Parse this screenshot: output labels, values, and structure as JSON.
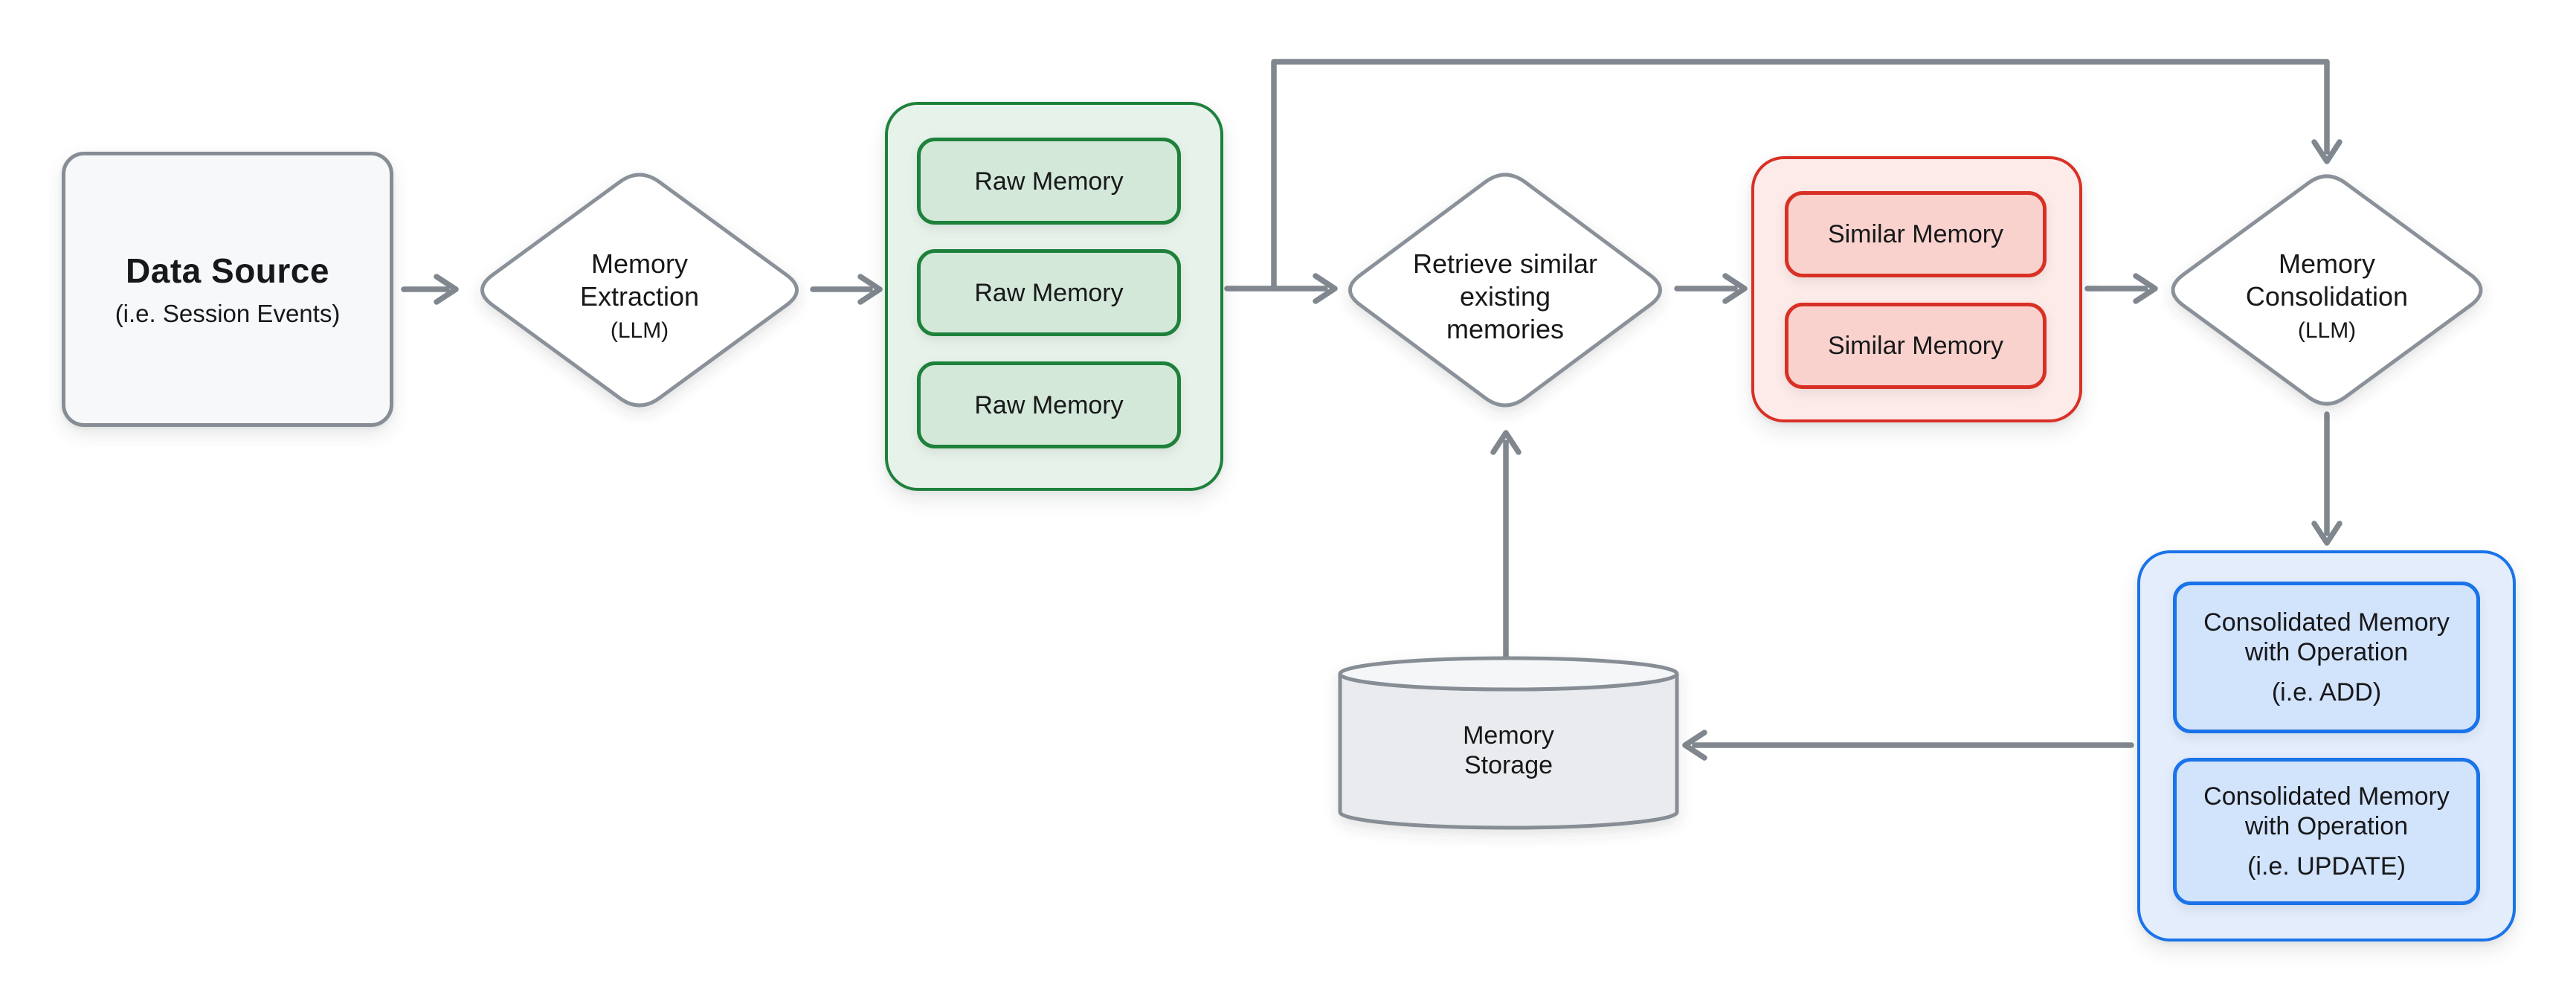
{
  "colors": {
    "arrow": "#81878e",
    "shape_border": "#8b9199",
    "gray_border": "#878d95",
    "gray_fill": "#f7f8fa",
    "green_border": "#1e813b",
    "green_fill": "#e7f2ea",
    "green_item_fill": "#d3e8d9",
    "red_border": "#d93025",
    "red_fill": "#fcebe9",
    "red_item_fill": "#f9d2cd",
    "blue_border": "#1a73e8",
    "blue_fill": "#e4edfc",
    "blue_item_fill": "#d2e3fc",
    "cylinder_fill": "#e9ebee",
    "cylinder_top_fill": "#f4f6f8",
    "text": "#17181a"
  },
  "nodes": {
    "data_source": {
      "title": "Data Source",
      "subtitle": "(i.e. Session Events)"
    },
    "memory_extraction": {
      "lines": [
        "Memory",
        "Extraction"
      ],
      "subtitle": "(LLM)"
    },
    "raw_memory_group": {
      "items": [
        "Raw Memory",
        "Raw Memory",
        "Raw Memory"
      ]
    },
    "retrieve_memories": {
      "lines": [
        "Retrieve similar",
        "existing",
        "memories"
      ]
    },
    "similar_memory_group": {
      "items": [
        "Similar Memory",
        "Similar Memory"
      ]
    },
    "memory_consolidation": {
      "lines": [
        "Memory",
        "Consolidation"
      ],
      "subtitle": "(LLM)"
    },
    "consolidated_memory_group": {
      "items": [
        {
          "lines": [
            "Consolidated Memory",
            "with Operation"
          ],
          "subtitle": "(i.e. ADD)"
        },
        {
          "lines": [
            "Consolidated Memory",
            "with Operation"
          ],
          "subtitle": "(i.e. UPDATE)"
        }
      ]
    },
    "memory_storage": {
      "lines": [
        "Memory",
        "Storage"
      ]
    }
  }
}
